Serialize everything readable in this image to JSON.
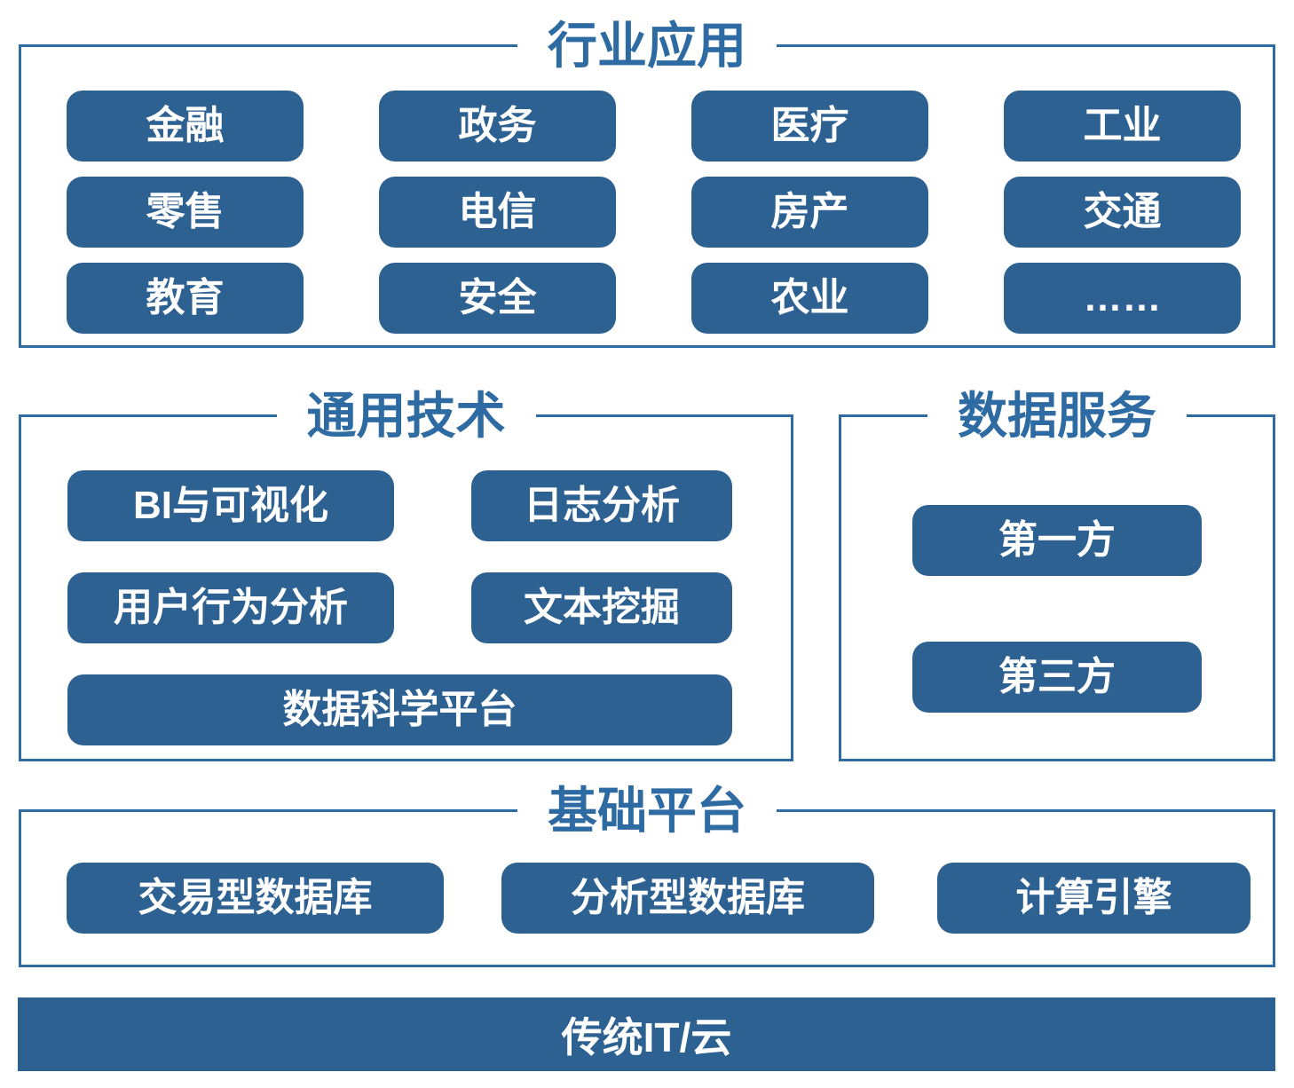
{
  "colors": {
    "box_fill": "#2d6192",
    "outline": "#2f6ba3",
    "title_text": "#2f6ba3",
    "box_text": "#ffffff",
    "background": "#ffffff"
  },
  "sections": {
    "industry": {
      "title": "行业应用",
      "items": [
        "金融",
        "政务",
        "医疗",
        "工业",
        "零售",
        "电信",
        "房产",
        "交通",
        "教育",
        "安全",
        "农业",
        "……"
      ]
    },
    "tech": {
      "title": "通用技术",
      "items": [
        "BI与可视化",
        "日志分析",
        "用户行为分析",
        "文本挖掘",
        "数据科学平台"
      ]
    },
    "data_service": {
      "title": "数据服务",
      "items": [
        "第一方",
        "第三方"
      ]
    },
    "platform": {
      "title": "基础平台",
      "items": [
        "交易型数据库",
        "分析型数据库",
        "计算引擎"
      ]
    },
    "base_bar": {
      "label": "传统IT/云"
    }
  }
}
